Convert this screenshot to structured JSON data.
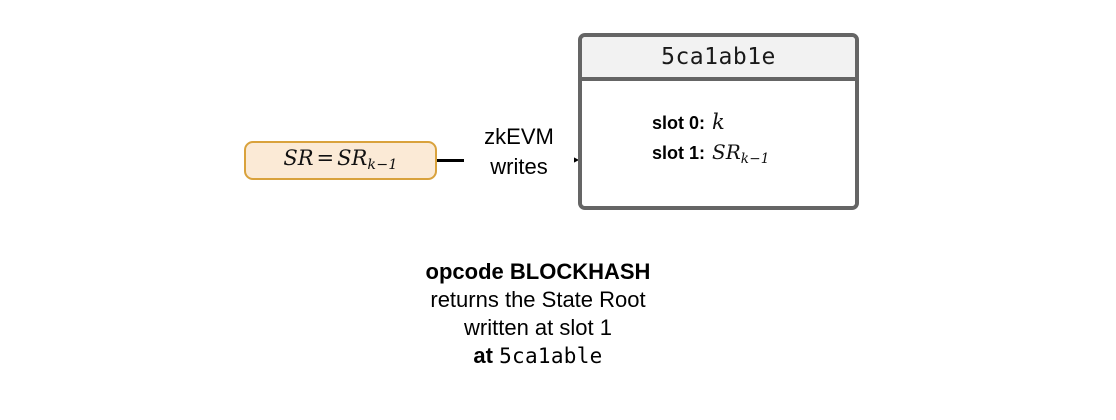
{
  "diagram": {
    "source_node": {
      "name": "state-root-assignment",
      "math": {
        "lhs": "SR",
        "operator": "=",
        "rhs_base": "SR",
        "rhs_subscript": "k−1"
      },
      "plain_text": "SR = SR_{k-1}",
      "fill_color": "#fbead6",
      "border_color": "#d9a23c"
    },
    "edge": {
      "label_line1": "zkEVM",
      "label_line2": "writes",
      "direction": "right",
      "color": "#000000"
    },
    "storage_box": {
      "header_address": "5ca1ab1e",
      "header_background": "#f2f2f2",
      "border_color": "#656565",
      "slots": [
        {
          "key": "slot 0:",
          "value_base": "k",
          "value_subscript": "",
          "value_plain": "k"
        },
        {
          "key": "slot 1:",
          "value_base": "SR",
          "value_subscript": "k−1",
          "value_plain": "SR_{k-1}"
        }
      ]
    }
  },
  "caption": {
    "line1": "opcode BLOCKHASH",
    "line2": "returns the State Root",
    "line3": "written at slot 1",
    "line4_prefix": "at",
    "line4_address": "5ca1able"
  }
}
